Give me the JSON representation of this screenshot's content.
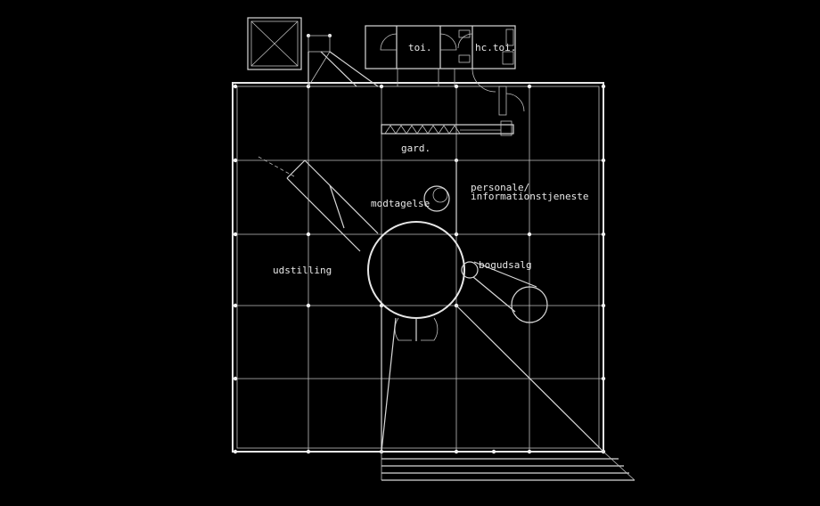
{
  "drawing": {
    "colors": {
      "background": "#000000",
      "lines": "#d8d8d8"
    }
  },
  "labels": {
    "toilet": "toi.",
    "hc_toilet": "hc.toi.",
    "wardrobe": "gard.",
    "staff_line1": "personale/",
    "staff_line2": "informationstjeneste",
    "reception": "modtagelse",
    "exhibition": "udstilling",
    "bookshop": "bogudsalg"
  }
}
